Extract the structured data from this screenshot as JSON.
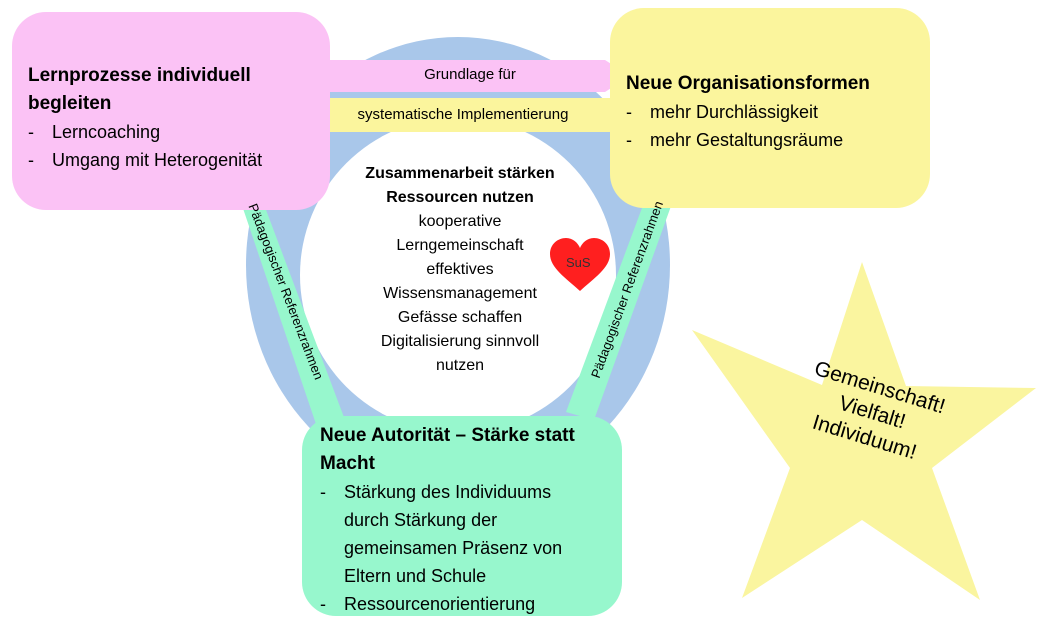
{
  "colors": {
    "ring": "#a9c7ea",
    "inner": "#ffffff",
    "pink": "#fbc2f5",
    "yellow": "#fbf59d",
    "green": "#97f7cd",
    "heart": "#ff1f1f",
    "star": "#faf59f"
  },
  "boxes": {
    "lernprozesse": {
      "title": "Lernprozesse individuell begleiten",
      "items": [
        "Lerncoaching",
        "Umgang mit Heterogenität"
      ]
    },
    "organisation": {
      "title": "Neue Organisationsformen",
      "items": [
        "mehr Durchlässigkeit",
        "mehr Gestaltungsräume"
      ]
    },
    "autoritaet": {
      "title": "Neue Autorität – Stärke statt Macht",
      "items": [
        "Stärkung des Individuums durch Stärkung der gemeinsamen Präsenz von Eltern und Schule",
        "Ressourcenorientierung"
      ]
    }
  },
  "arrows": {
    "top": "Grundlage für",
    "bottom": "systematische Implementierung",
    "left_vertical": "Pädagogischer Referenzrahmen",
    "right_vertical": "Pädagogischer Referenzrahmen"
  },
  "center": {
    "bold_lines": [
      "Zusammenarbeit stärken",
      "Ressourcen nutzen"
    ],
    "lines": [
      "kooperative",
      "Lerngemeinschaft",
      "effektives",
      "Wissensmanagement",
      "Gefässe schaffen",
      "Digitalisierung sinnvoll",
      "nutzen"
    ]
  },
  "heart": {
    "label": "SuS"
  },
  "star": {
    "lines": [
      "Gemeinschaft!",
      "Vielfalt!",
      "Individuum!"
    ]
  },
  "dash": "-"
}
